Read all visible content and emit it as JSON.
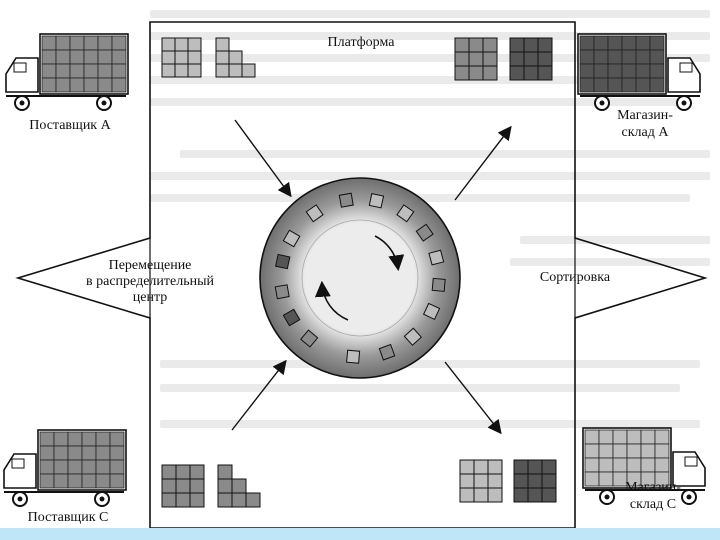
{
  "labels": {
    "platform": "Платформа",
    "supplier_a": "Поставщик А",
    "store_a_line1": "Магазин-",
    "store_a_line2": "склад А",
    "transfer_line1": "Перемещение",
    "transfer_line2": "в распределительный",
    "transfer_line3": "центр",
    "sorting": "Сортировка",
    "supplier_c": "Поставщик С",
    "store_c_line1": "Магазин-",
    "store_c_line2": "склад С"
  },
  "colors": {
    "ring_outer": "#7a7a7a",
    "ring_inner": "#e8e8e8",
    "box_dark": "#555555",
    "box_mid": "#8a8a8a",
    "box_light": "#bdbdbd",
    "ink": "#111111"
  }
}
